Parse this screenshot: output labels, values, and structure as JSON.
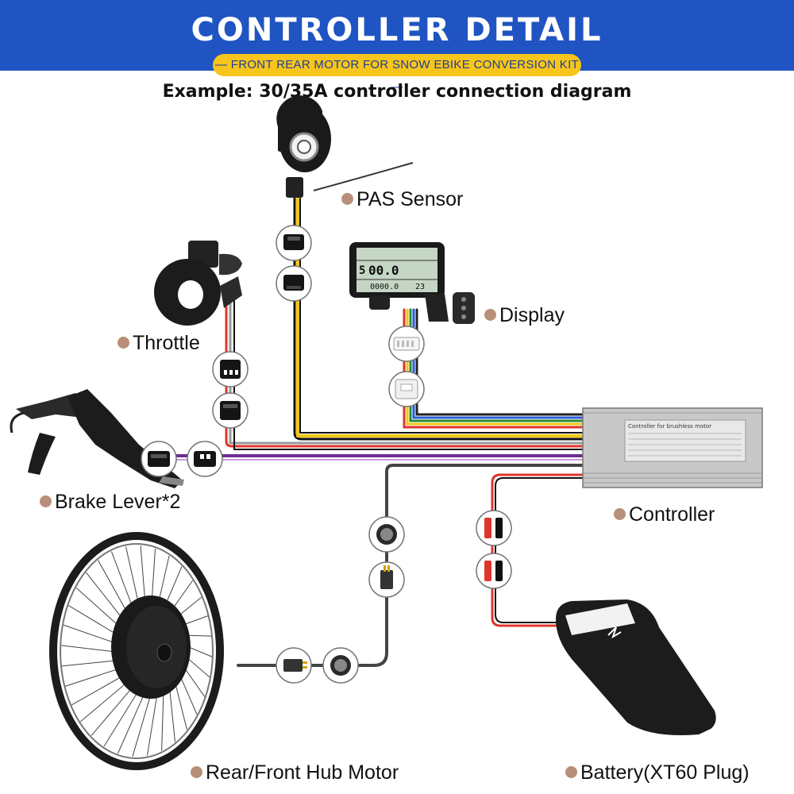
{
  "header": {
    "title": "CONTROLLER  DETAIL",
    "subtitle": "— FRONT REAR MOTOR FOR SNOW EBIKE CONVERSION KIT —"
  },
  "caption": "Example: 30/35A controller connection diagram",
  "components": {
    "pas_sensor": "PAS Sensor",
    "throttle": "Throttle",
    "display": "Display",
    "brake_lever": "Brake Lever*2",
    "controller": "Controller",
    "hub_motor": "Rear/Front Hub Motor",
    "battery": "Battery(XT60 Plug)"
  },
  "controller_box_text": "Controller for brushless motor",
  "display_readout": {
    "left_digit": "5",
    "speed": "00.0",
    "odo": "0000.0",
    "volt": "23"
  },
  "colors": {
    "header_bg": "#1f54c2",
    "pill_bg": "#f7c51b",
    "label_dot": "#b8907a",
    "wire_red": "#e0352b",
    "wire_yellow": "#f2c814",
    "wire_purple": "#6b2d92",
    "wire_gray": "#555555"
  }
}
